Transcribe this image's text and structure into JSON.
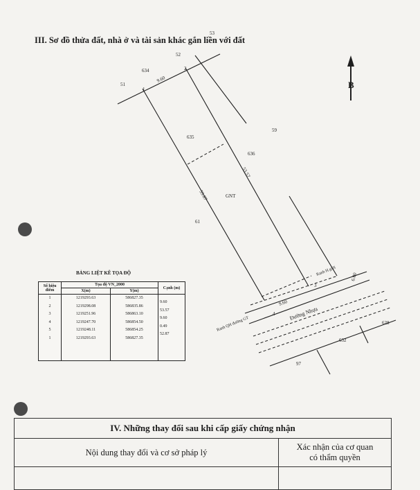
{
  "section_title": "III. Sơ đồ thửa đất, nhà ở và tài sản khác gắn liền với đất",
  "map": {
    "north_label": "B",
    "parcel_numbers": [
      "53",
      "52",
      "634",
      "51",
      "59",
      "635",
      "636",
      "61",
      "628",
      "632",
      "97"
    ],
    "land_use": "GNT",
    "dimensions": [
      "9.60",
      "53.57",
      "53.87",
      "9.60",
      "6.00"
    ],
    "vertex_numbers": [
      "1",
      "2",
      "3",
      "4"
    ],
    "road_name": "Đường Nhựa",
    "boundary_label_left": "Ranh QH đường GT",
    "boundary_label_right": "Ranh H.giới"
  },
  "coord_table": {
    "caption": "BẢNG LIỆT KÊ TỌA ĐỘ",
    "headers": {
      "point": "Số hiệu điểm",
      "system": "Tọa độ VN_2000",
      "x": "X(m)",
      "y": "Y(m)",
      "side": "Cạnh (m)"
    },
    "points": [
      "1",
      "2",
      "3",
      "4",
      "5",
      "1"
    ],
    "x_values": [
      "1219293.63",
      "1219298.08",
      "1219251.96",
      "1219247.70",
      "1219248.11",
      "1219293.63"
    ],
    "y_values": [
      "586827.35",
      "586835.86",
      "586863.10",
      "586854.50",
      "586854.25",
      "586827.35"
    ],
    "sides": [
      "9.60",
      "53.57",
      "9.60",
      "0.49",
      "52.87"
    ]
  },
  "changes_section": {
    "title": "IV. Những thay đổi sau khi cấp giấy chứng nhận",
    "col_content": "Nội dung thay đổi và cơ sở pháp lý",
    "col_confirm_line1": "Xác nhận của cơ quan",
    "col_confirm_line2": "có thẩm quyền"
  }
}
